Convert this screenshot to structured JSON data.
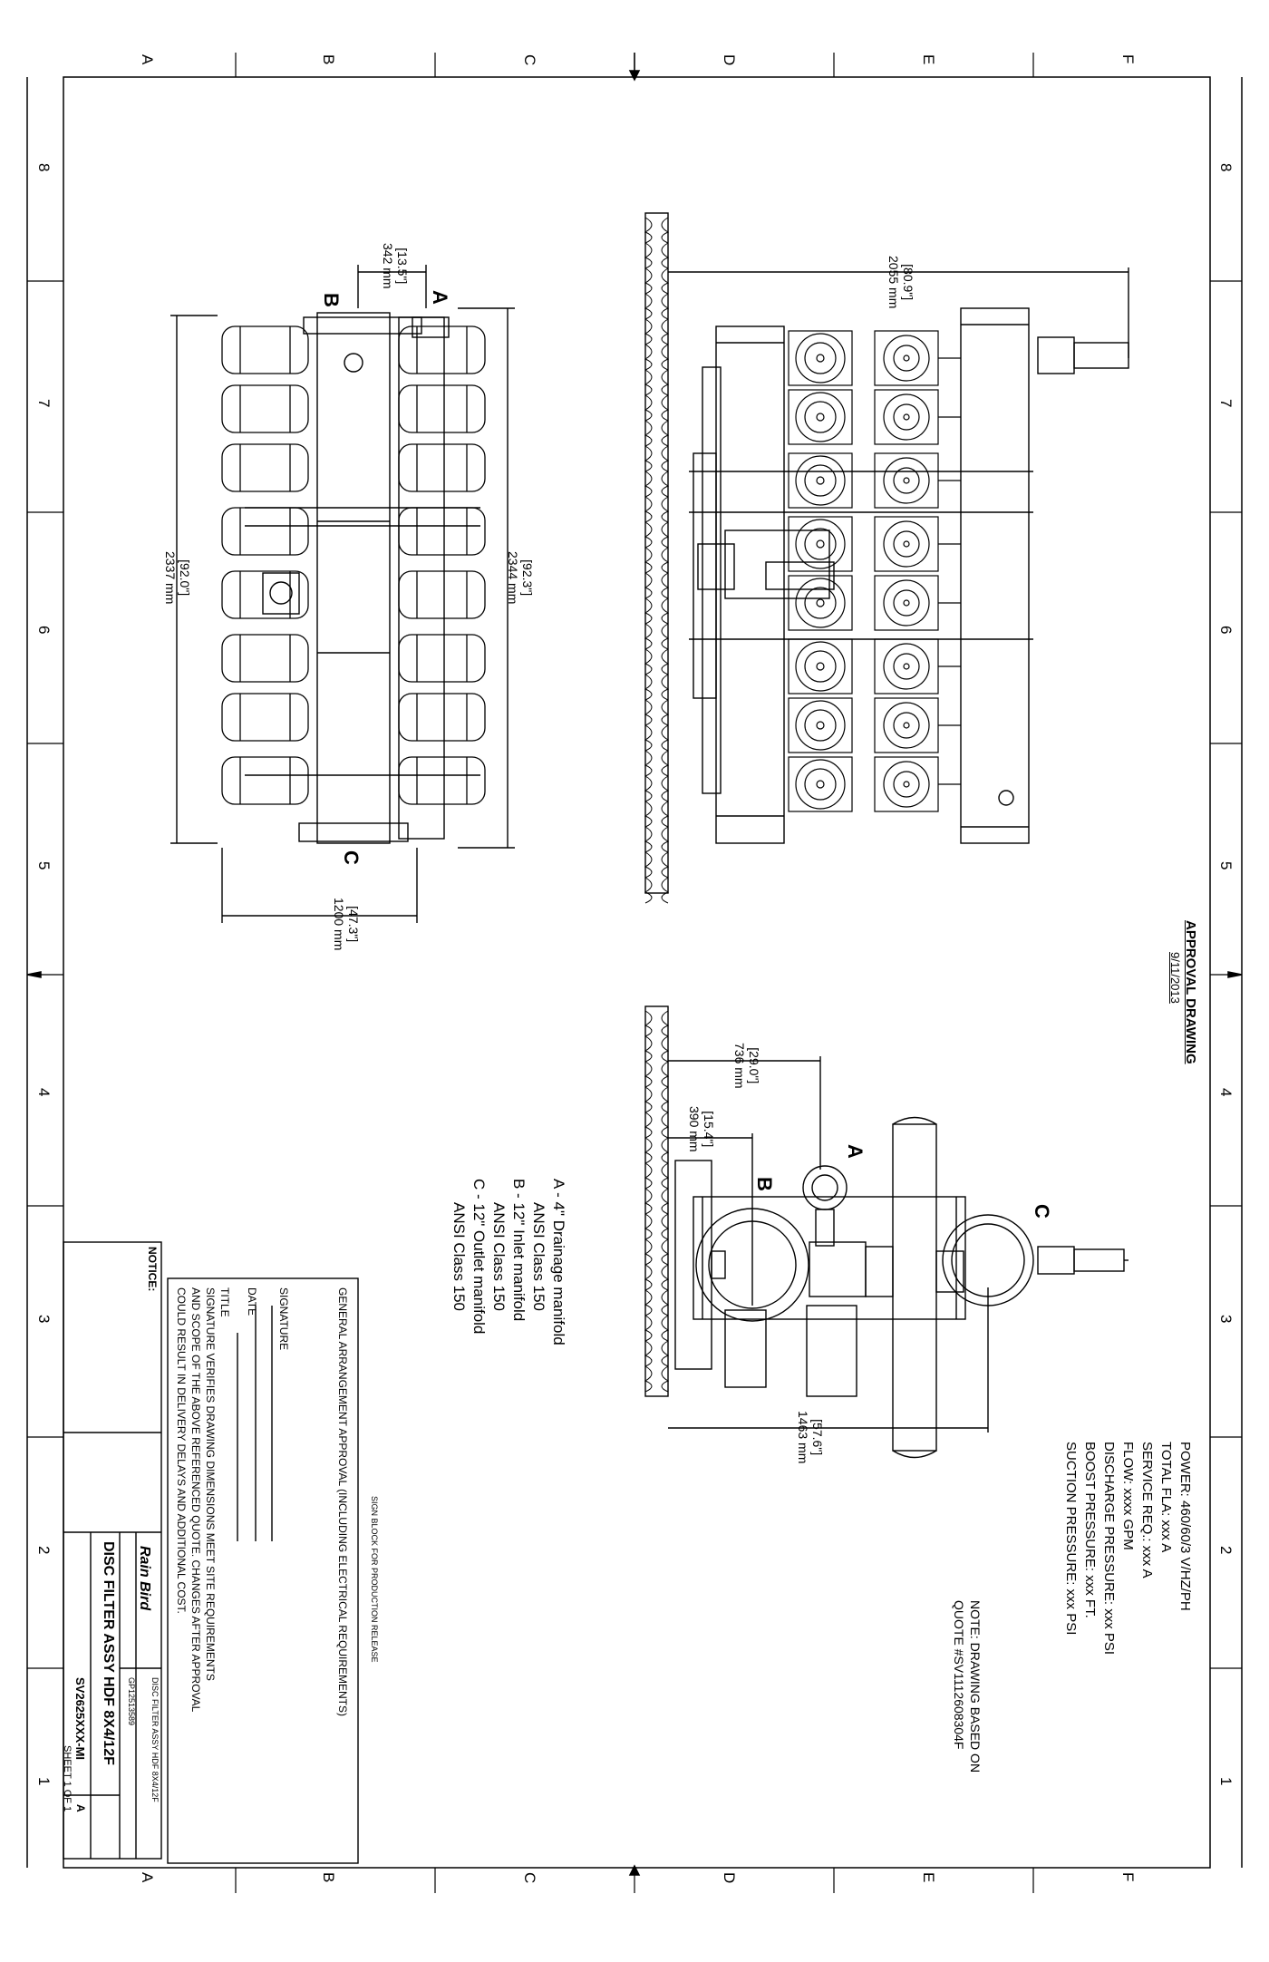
{
  "border": {
    "columns": [
      "A",
      "B",
      "C",
      "D",
      "E",
      "F"
    ],
    "rows": [
      "8",
      "7",
      "6",
      "5",
      "4",
      "3",
      "2",
      "1"
    ]
  },
  "approval": {
    "title": "APPROVAL DRAWING",
    "date": "9/11/2013"
  },
  "specs": {
    "lines": [
      "POWER: 460/60/3 V/HZ/PH",
      "TOTAL FLA: xxx A",
      "SERVICE REQ.: xxx A",
      "FLOW: xxxx GPM",
      "DISCHARGE PRESSURE: xxx PSI",
      "BOOST PRESSURE: xxx FT.",
      "SUCTION PRESSURE: xxx PSI"
    ],
    "note_line1": "NOTE: DRAWING BASED ON",
    "note_line2": "QUOTE #SV1112608304F"
  },
  "legend": {
    "a1": "A - 4\" Drainage manifold",
    "a2": "ANSI Class 150",
    "b1": "B - 12\" Inlet manifold",
    "b2": "ANSI Class 150",
    "c1": "C - 12\" Outlet manifold",
    "c2": "ANSI Class 150"
  },
  "top_view": {
    "label_a": "A",
    "label_b": "B",
    "label_c": "C",
    "dim_width_in": "[13.5\"]",
    "dim_width_mm": "342 mm",
    "dim_len1_in": "[92.0\"]",
    "dim_len1_mm": "2337 mm",
    "dim_len2_in": "[92.3\"]",
    "dim_len2_mm": "2344 mm",
    "dim_depth_in": "[47.3\"]",
    "dim_depth_mm": "1200 mm"
  },
  "side_view": {
    "dim_height_in": "[80.9\"]",
    "dim_height_mm": "2055 mm"
  },
  "end_view": {
    "label_a": "A",
    "label_b": "B",
    "label_c": "C",
    "dim1_in": "[29.0\"]",
    "dim1_mm": "736 mm",
    "dim2_in": "[15.4\"]",
    "dim2_mm": "390 mm",
    "dim3_in": "[57.6\"]",
    "dim3_mm": "1463 mm"
  },
  "signoff": {
    "header": "SIGN BLOCK FOR PRODUCTION RELEASE",
    "approval": "GENERAL ARRANGEMENT APPROVAL (INCLUDING ELECTRICAL REQUIREMENTS)",
    "signature": "SIGNATURE",
    "date": "DATE",
    "title": "TITLE",
    "statement1": "SIGNATURE VERIFIES DRAWING DIMENSIONS MEET SITE REQUIREMENTS",
    "statement2": "AND SCOPE OF THE ABOVE REFERENCED QUOTE. CHANGES AFTER APPROVAL",
    "statement3": "COULD RESULT IN DELIVERY DELAYS AND ADDITIONAL COST."
  },
  "title_block": {
    "notice": "NOTICE:",
    "company": "Rain Bird",
    "drawing_title": "DISC FILTER ASSY HDF 8X4/12F",
    "part_title": "DISC FILTER ASSY HDF 8X4/12F",
    "drawing_number": "SV2625XXX-MI",
    "rev": "A",
    "project": "GP12513589",
    "sheet": "SHEET 1 OF 1"
  },
  "colors": {
    "ink": "#000000",
    "paper": "#ffffff"
  }
}
